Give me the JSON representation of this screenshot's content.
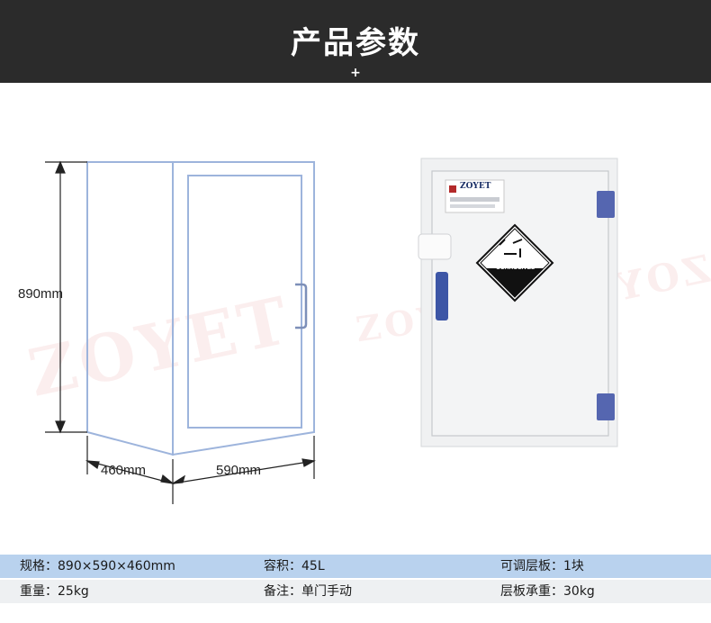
{
  "header": {
    "title": "产品参数",
    "plus": "+"
  },
  "dimensions": {
    "height": "890mm",
    "depth": "460mm",
    "width": "590mm"
  },
  "watermark": {
    "brand": "ZOYET"
  },
  "cabinet": {
    "logo_text": "ZOYET",
    "hazard_label": "CORROSIVES",
    "colors": {
      "body": "#f0f1f2",
      "hinge": "#5566b0",
      "handle": "#3d56a6"
    }
  },
  "specs": [
    [
      "规格：890×590×460mm",
      "容积：45L",
      "可调层板：1块"
    ],
    [
      "重量：25kg",
      "备注：单门手动",
      "层板承重：30kg"
    ]
  ]
}
